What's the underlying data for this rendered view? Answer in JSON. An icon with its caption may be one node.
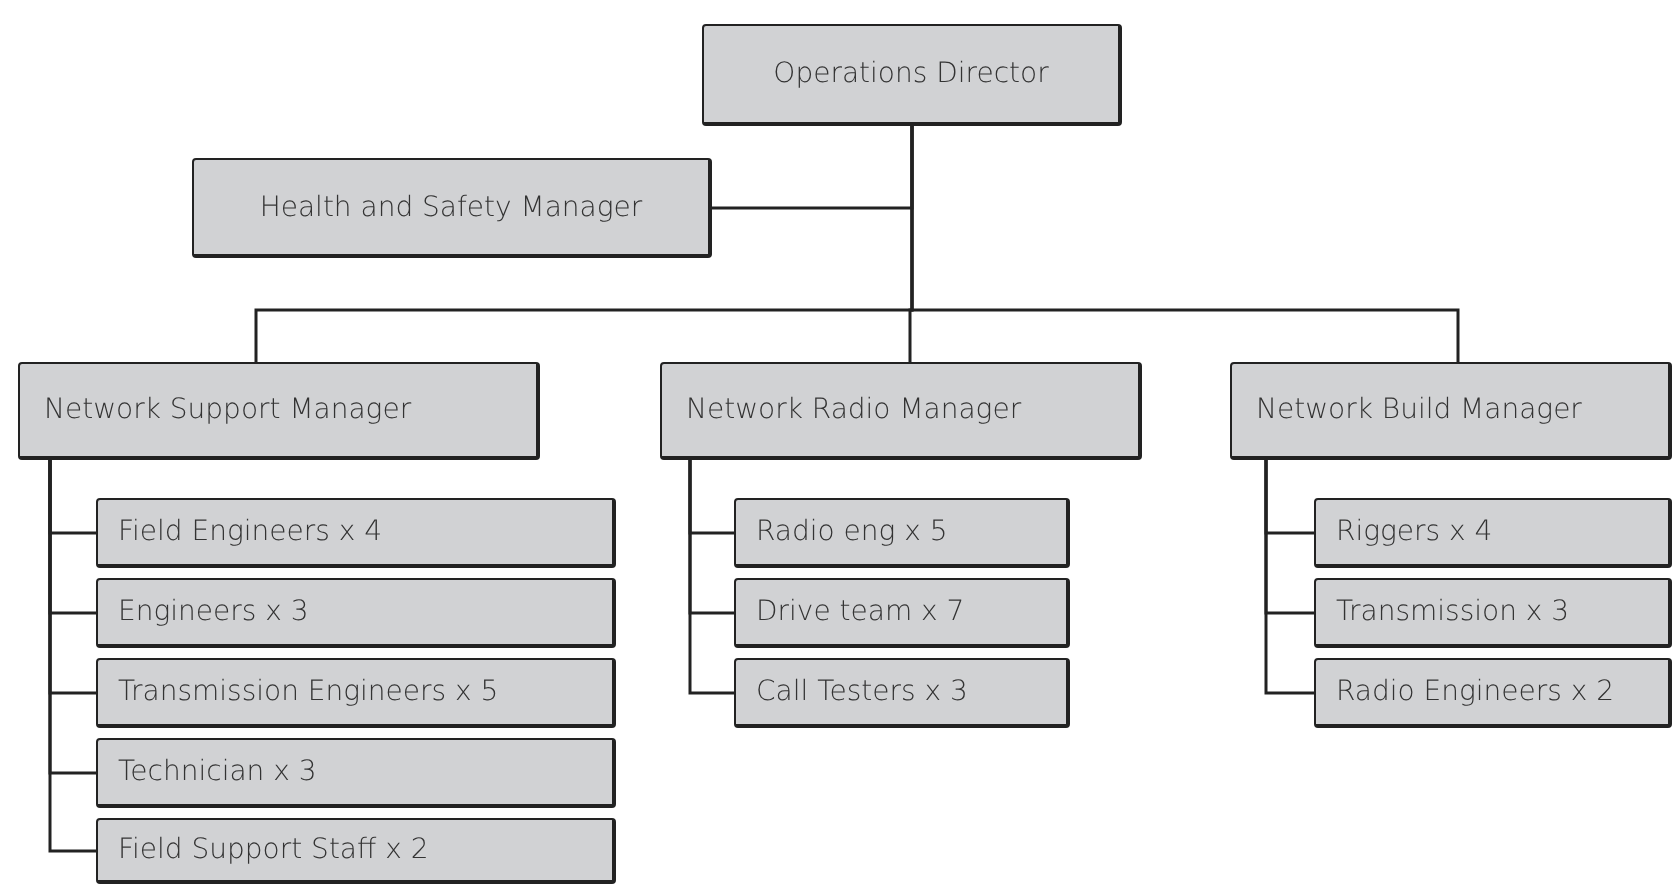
{
  "diagram": {
    "nodes": [
      {
        "text": [
          "Operations Director"
        ]
      },
      {
        "text": [
          "Health and Safety Manager"
        ]
      },
      {
        "text": [
          "Network Support Manager"
        ]
      },
      {
        "text": [
          "Network Radio Manager"
        ]
      },
      {
        "text": [
          "Network Build Manager"
        ]
      },
      {
        "text": [
          "Field Engineers x 4"
        ]
      },
      {
        "text": [
          "Engineers x 3"
        ]
      },
      {
        "text": [
          "Transmission Engineers x 5"
        ]
      },
      {
        "text": [
          "Technician x 3"
        ]
      },
      {
        "text": [
          "Field Support Staff x 2"
        ]
      },
      {
        "text": [
          "Radio eng x 5"
        ]
      },
      {
        "text": [
          "Drive team x 7"
        ]
      },
      {
        "text": [
          "Call Testers x 3"
        ]
      },
      {
        "text": [
          "Riggers x 4"
        ]
      },
      {
        "text": [
          "Transmission x 3"
        ]
      },
      {
        "text": [
          "Radio Engineers x 2"
        ]
      }
    ],
    "edges": [
      {
        "from": 0,
        "to": 1,
        "arrow": "none"
      },
      {
        "from": 0,
        "to": 2,
        "arrow": "none"
      },
      {
        "from": 0,
        "to": 3,
        "arrow": "none"
      },
      {
        "from": 0,
        "to": 4,
        "arrow": "none"
      },
      {
        "from": 2,
        "to": 5,
        "arrow": "none"
      },
      {
        "from": 2,
        "to": 6,
        "arrow": "none"
      },
      {
        "from": 2,
        "to": 7,
        "arrow": "none"
      },
      {
        "from": 2,
        "to": 8,
        "arrow": "none"
      },
      {
        "from": 2,
        "to": 9,
        "arrow": "none"
      },
      {
        "from": 3,
        "to": 10,
        "arrow": "none"
      },
      {
        "from": 3,
        "to": 11,
        "arrow": "none"
      },
      {
        "from": 3,
        "to": 12,
        "arrow": "none"
      },
      {
        "from": 4,
        "to": 13,
        "arrow": "none"
      },
      {
        "from": 4,
        "to": 14,
        "arrow": "none"
      },
      {
        "from": 4,
        "to": 15,
        "arrow": "none"
      }
    ]
  }
}
